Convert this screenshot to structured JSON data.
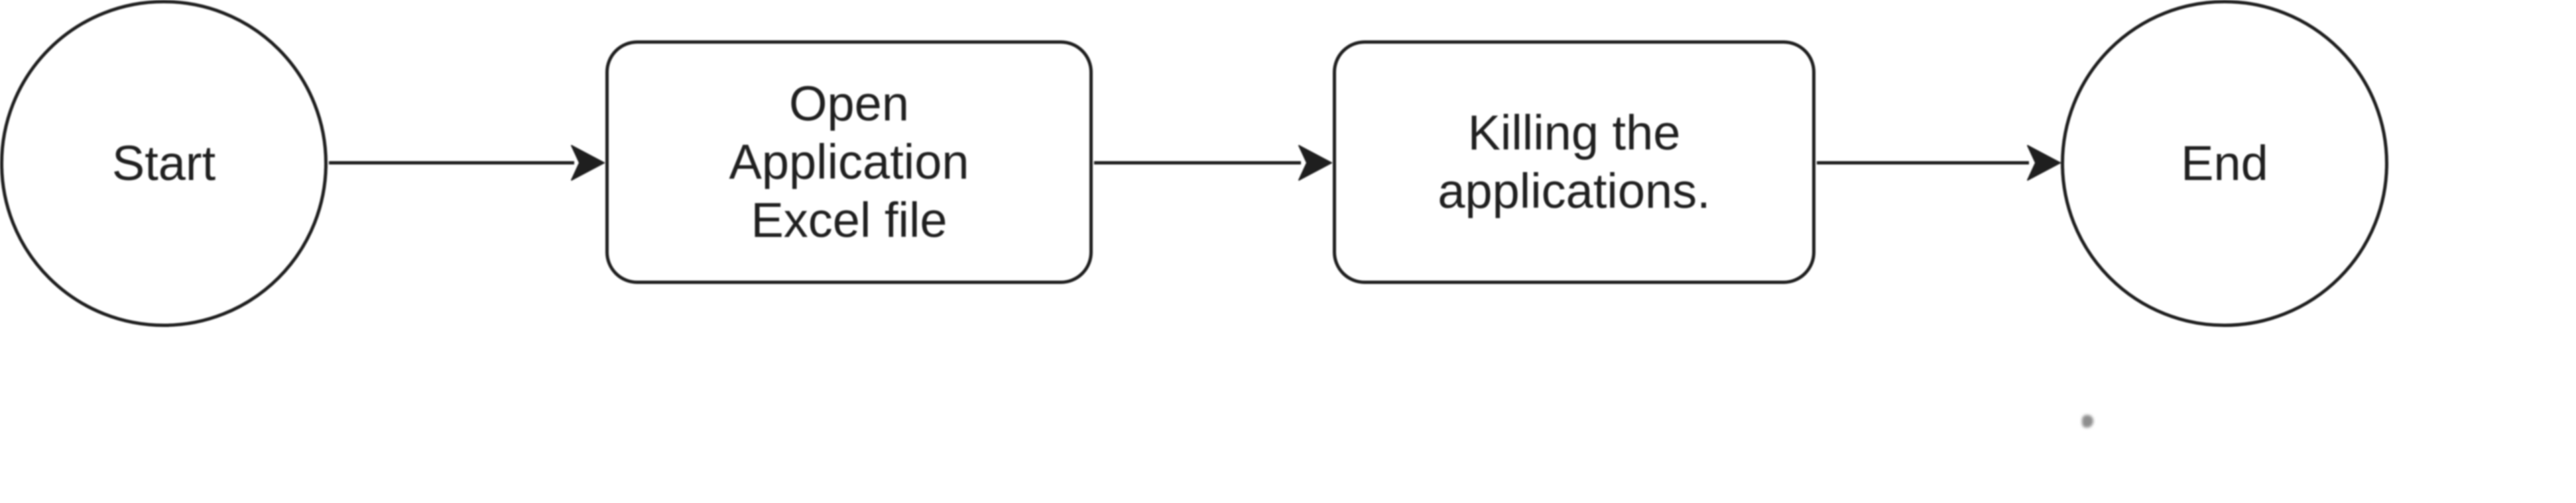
{
  "diagram": {
    "type": "flowchart",
    "background_color": "#ffffff",
    "shape_fill_color": "#ffffff",
    "stroke_color": "#1f1f1f",
    "text_color": "#202020",
    "nodes": [
      {
        "id": "start",
        "shape": "ellipse",
        "label": "Start"
      },
      {
        "id": "open-application-excel-file",
        "shape": "rounded-rectangle",
        "label": "Open\nApplication\nExcel file"
      },
      {
        "id": "killing-the-applications",
        "shape": "rounded-rectangle",
        "label": "Killing the\napplications."
      },
      {
        "id": "end",
        "shape": "ellipse",
        "label": "End"
      }
    ],
    "connectors": [
      {
        "from": "start",
        "to": "open-application-excel-file",
        "style": "arrow-right"
      },
      {
        "from": "open-application-excel-file",
        "to": "killing-the-applications",
        "style": "arrow-right"
      },
      {
        "from": "killing-the-applications",
        "to": "end",
        "style": "arrow-right"
      }
    ],
    "artifacts": [
      {
        "id": "stray-mark",
        "color": "#8e8e8e"
      }
    ]
  }
}
